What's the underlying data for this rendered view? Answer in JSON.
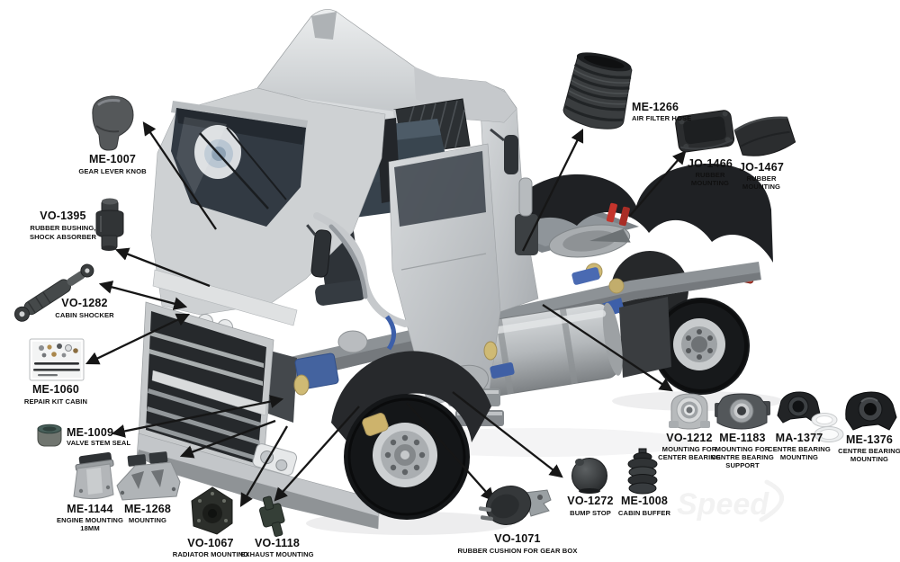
{
  "watermark": {
    "text": "Speed"
  },
  "palette": {
    "background": "#ffffff",
    "label_text": "#111111",
    "arrow": "#161616",
    "truck_blue": "#3d5fa9",
    "brake_red": "#c0392b",
    "watermark_gray": "#e9e9e9"
  },
  "parts": [
    {
      "id": "me-1007",
      "code": "ME-1007",
      "desc": [
        "GEAR LEVER KNOB"
      ]
    },
    {
      "id": "vo-1395",
      "code": "VO-1395",
      "desc": [
        "RUBBER BUSHING,",
        "SHOCK ABSORBER"
      ]
    },
    {
      "id": "vo-1282",
      "code": "VO-1282",
      "desc": [
        "CABIN SHOCKER"
      ]
    },
    {
      "id": "me-1060",
      "code": "ME-1060",
      "desc": [
        "REPAIR KIT CABIN"
      ]
    },
    {
      "id": "me-1009",
      "code": "ME-1009",
      "desc": [
        "VALVE STEM SEAL"
      ]
    },
    {
      "id": "me-1144",
      "code": "ME-1144",
      "desc": [
        "ENGINE MOUNTING",
        "18MM"
      ]
    },
    {
      "id": "me-1268",
      "code": "ME-1268",
      "desc": [
        "MOUNTING"
      ]
    },
    {
      "id": "vo-1067",
      "code": "VO-1067",
      "desc": [
        "RADIATOR MOUNTING"
      ]
    },
    {
      "id": "vo-1118",
      "code": "VO-1118",
      "desc": [
        "EXHAUST MOUNTING"
      ]
    },
    {
      "id": "vo-1071",
      "code": "VO-1071",
      "desc": [
        "RUBBER CUSHION FOR GEAR BOX"
      ]
    },
    {
      "id": "vo-1272",
      "code": "VO-1272",
      "desc": [
        "BUMP STOP"
      ]
    },
    {
      "id": "me-1008",
      "code": "ME-1008",
      "desc": [
        "CABIN BUFFER"
      ]
    },
    {
      "id": "vo-1212",
      "code": "VO-1212",
      "desc": [
        "MOUNTING FOR",
        "CENTER BEARING"
      ]
    },
    {
      "id": "me-1183",
      "code": "ME-1183",
      "desc": [
        "MOUNTING FOR",
        "CENTRE BEARING",
        "SUPPORT"
      ]
    },
    {
      "id": "ma-1377",
      "code": "MA-1377",
      "desc": [
        "CENTRE BEARING",
        "MOUNTING"
      ]
    },
    {
      "id": "me-1376",
      "code": "ME-1376",
      "desc": [
        "CENTRE BEARING",
        "MOUNTING"
      ]
    },
    {
      "id": "me-1266",
      "code": "ME-1266",
      "desc": [
        "AIR FILTER HOSE"
      ]
    },
    {
      "id": "jo-1466",
      "code": "JO-1466",
      "desc": [
        "RUBBER",
        "MOUNTING"
      ]
    },
    {
      "id": "jo-1467",
      "code": "JO-1467",
      "desc": [
        "RUBBER",
        "MOUNTING"
      ]
    }
  ]
}
